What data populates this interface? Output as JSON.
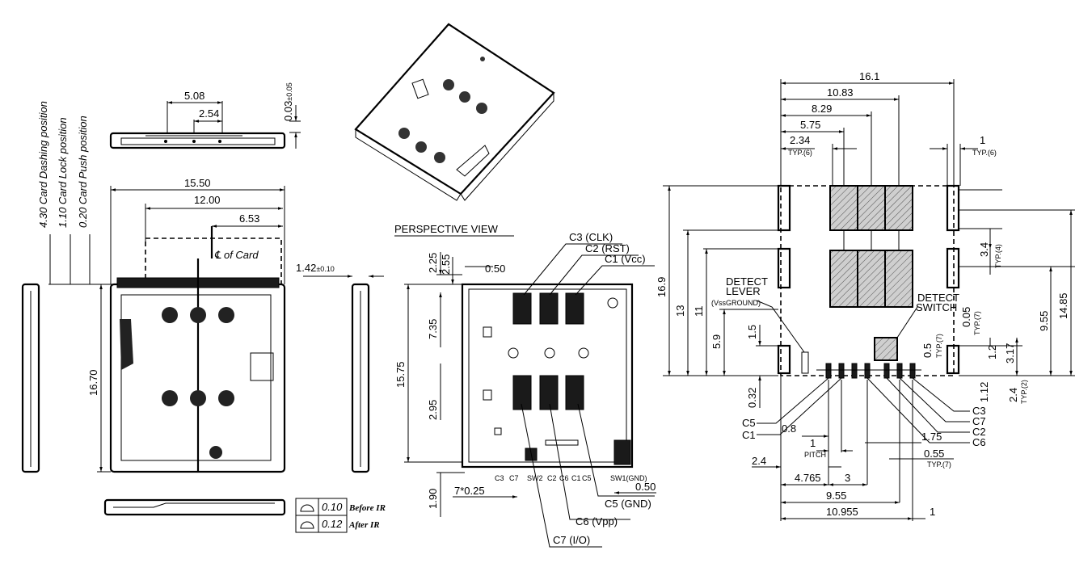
{
  "side_view": {
    "positions": [
      "4.30 Card Dashing position",
      "1.10 Card Lock position",
      "0.20 Card Push position"
    ],
    "dim_508": "5.08",
    "dim_254": "2.54",
    "dim_003": "0.03",
    "dim_003_tol": "±0.05"
  },
  "main_view": {
    "dim_1550": "15.50",
    "dim_1200": "12.00",
    "dim_653": "6.53",
    "centerline_label": "℄ of Card",
    "dim_142": "1.42",
    "dim_142_tol": "±0.10",
    "dim_1670": "16.70"
  },
  "flatness": {
    "before_value": "0.10",
    "before_label": "Before IR",
    "after_value": "0.12",
    "after_label": "After IR"
  },
  "perspective": {
    "title": "PERSPECTIVE VIEW",
    "contacts_top": [
      "C3 (CLK)",
      "C2 (RST)",
      "C1 (Vcc)"
    ],
    "contacts_bottom": [
      "C5 (GND)",
      "C6 (Vpp)",
      "C7 (I/O)"
    ],
    "dim_225": "2.25",
    "dim_255": "2.55",
    "dim_050_top": "0.50",
    "dim_735": "7.35",
    "dim_1575": "15.75",
    "dim_295": "2.95",
    "dim_190": "1.90",
    "dim_pitch": "7*0.25",
    "dim_050_bot": "0.50",
    "pin_labels": [
      "C3",
      "C7",
      "SW2",
      "C2",
      "C6",
      "C1",
      "C5",
      "SW1(GND)"
    ]
  },
  "footprint": {
    "dim_161": "16.1",
    "dim_1083": "10.83",
    "dim_829": "8.29",
    "dim_575": "5.75",
    "dim_234": "2.34",
    "typ6": "TYP.(6)",
    "dim_1": "1",
    "typ6b": "TYP.(6)",
    "dim_169": "16.9",
    "dim_13": "13",
    "dim_11": "11",
    "dim_59": "5.9",
    "dim_15": "1.5",
    "dim_032": "0.32",
    "dim_34": "3.4",
    "typ4": "TYP.(4)",
    "dim_1485": "14.85",
    "dim_955v": "9.55",
    "dim_005": "0.05",
    "typ7a": "TYP.(7)",
    "dim_05": "0.5",
    "typ7b": "TYP.(7)",
    "dim_12": "1.2",
    "dim_317": "3.17",
    "dim_112": "1.12",
    "dim_24v": "2.4",
    "typ2": "TYP.(2)",
    "detect_lever": "DETECT",
    "detect_lever2": "LEVER",
    "detect_lever3": "(VssGROUND)",
    "detect_switch": "DETECT",
    "detect_switch2": "SWITCH",
    "left_pins": [
      "C5",
      "C1"
    ],
    "right_pins": [
      "C3",
      "C7",
      "C2",
      "C6"
    ],
    "dim_08": "0.8",
    "dim_1p": "1",
    "pitch": "PITCH",
    "dim_175": "1.75",
    "dim_055": "0.55",
    "typ7c": "TYP.(7)",
    "dim_24": "2.4",
    "dim_4765": "4.765",
    "dim_3": "3",
    "dim_955": "9.55",
    "dim_10955": "10.955",
    "dim_1b": "1"
  }
}
